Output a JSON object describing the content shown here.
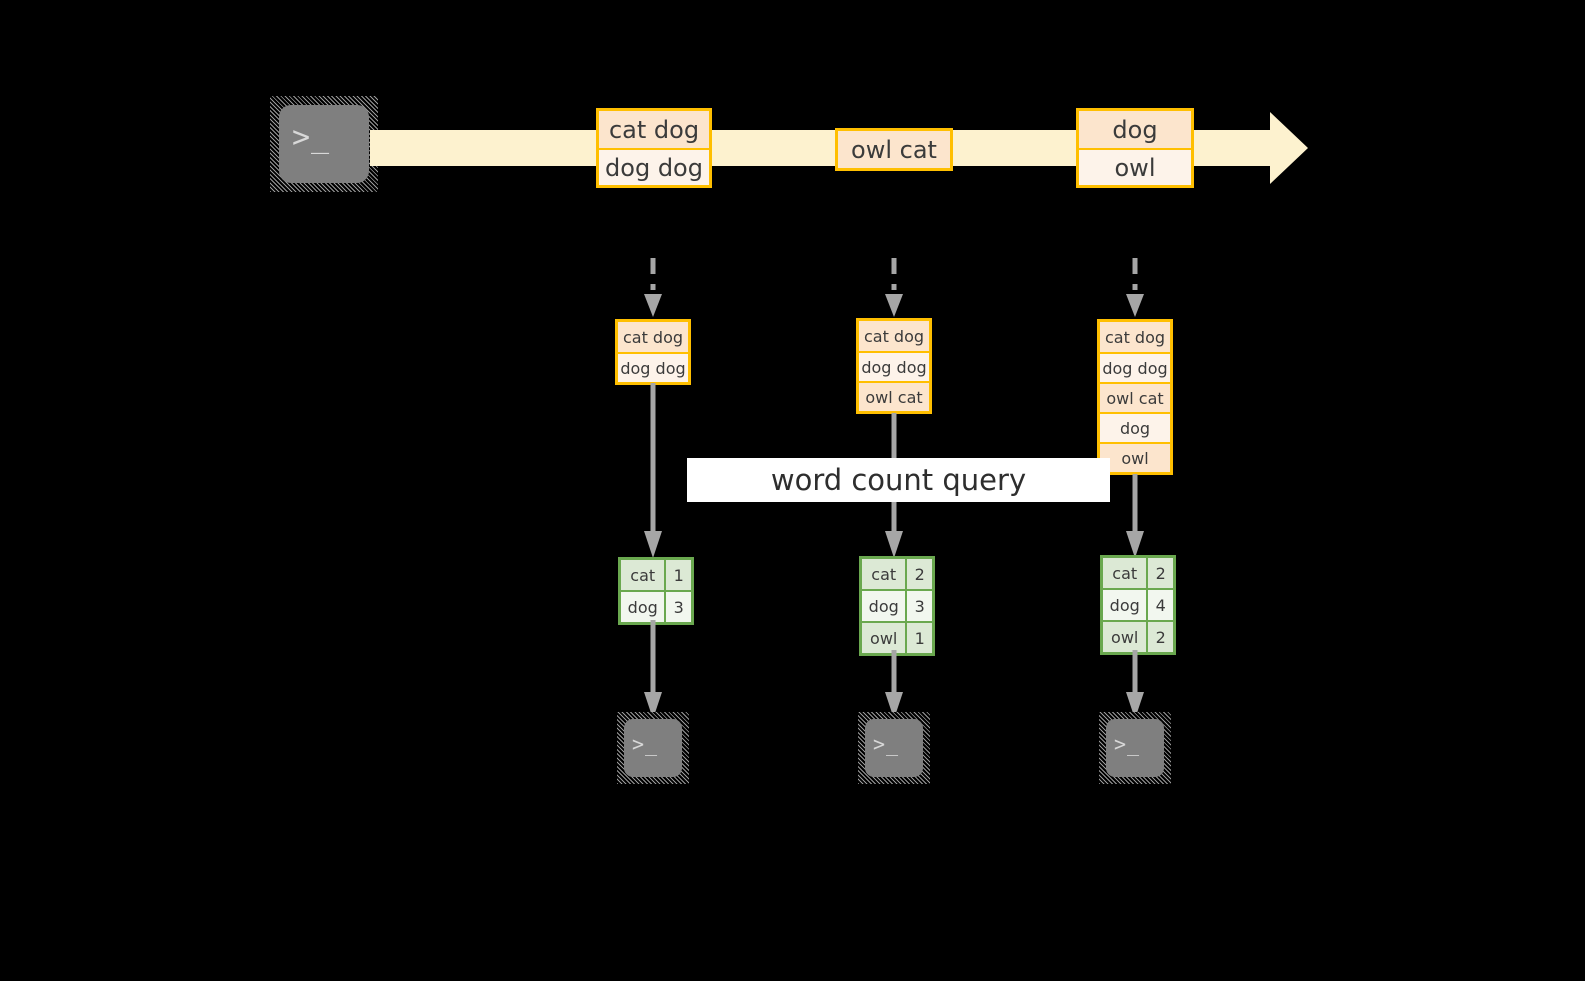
{
  "diagram": {
    "title": "word count query",
    "colors": {
      "record_border": "#ffbf00",
      "record_fill_dark": "#fce5cd",
      "record_fill_light": "#fdf3ea",
      "stream_fill": "#fdf2cf",
      "result_border": "#6aa84f",
      "result_fill_dark": "#dce9d5",
      "result_fill_light": "#f2f7ef",
      "arrow_gray": "#a6a6a6",
      "terminal_gray": "#7f7f7f",
      "background": "#000000"
    }
  },
  "source": {
    "terminal_glyph": ">_",
    "icon_name": "terminal-icon"
  },
  "stream": {
    "arrow_name": "event-stream-arrow",
    "groups": [
      {
        "id": "group-1",
        "rows": [
          {
            "text": "cat dog",
            "shade": "dark"
          },
          {
            "text": "dog dog",
            "shade": "light"
          }
        ]
      },
      {
        "id": "group-2",
        "rows": [
          {
            "text": "owl cat",
            "shade": "dark"
          }
        ]
      },
      {
        "id": "group-3",
        "rows": [
          {
            "text": "dog",
            "shade": "dark"
          },
          {
            "text": "owl",
            "shade": "light"
          }
        ]
      }
    ]
  },
  "columns": [
    {
      "id": "column-1",
      "state_rows": [
        {
          "text": "cat dog",
          "shade": "dark"
        },
        {
          "text": "dog dog",
          "shade": "light"
        }
      ],
      "results": [
        {
          "word": "cat",
          "count": "1",
          "shade": "dark"
        },
        {
          "word": "dog",
          "count": "3",
          "shade": "light"
        }
      ],
      "sink_glyph": ">_"
    },
    {
      "id": "column-2",
      "state_rows": [
        {
          "text": "cat dog",
          "shade": "dark"
        },
        {
          "text": "dog dog",
          "shade": "light"
        },
        {
          "text": "owl cat",
          "shade": "dark"
        }
      ],
      "results": [
        {
          "word": "cat",
          "count": "2",
          "shade": "dark"
        },
        {
          "word": "dog",
          "count": "3",
          "shade": "light"
        },
        {
          "word": "owl",
          "count": "1",
          "shade": "dark"
        }
      ],
      "sink_glyph": ">_"
    },
    {
      "id": "column-3",
      "state_rows": [
        {
          "text": "cat dog",
          "shade": "dark"
        },
        {
          "text": "dog dog",
          "shade": "light"
        },
        {
          "text": "owl cat",
          "shade": "dark"
        },
        {
          "text": "dog",
          "shade": "light"
        },
        {
          "text": "owl",
          "shade": "dark"
        }
      ],
      "results": [
        {
          "word": "cat",
          "count": "2",
          "shade": "dark"
        },
        {
          "word": "dog",
          "count": "4",
          "shade": "light"
        },
        {
          "word": "owl",
          "count": "2",
          "shade": "dark"
        }
      ],
      "sink_glyph": ">_"
    }
  ]
}
